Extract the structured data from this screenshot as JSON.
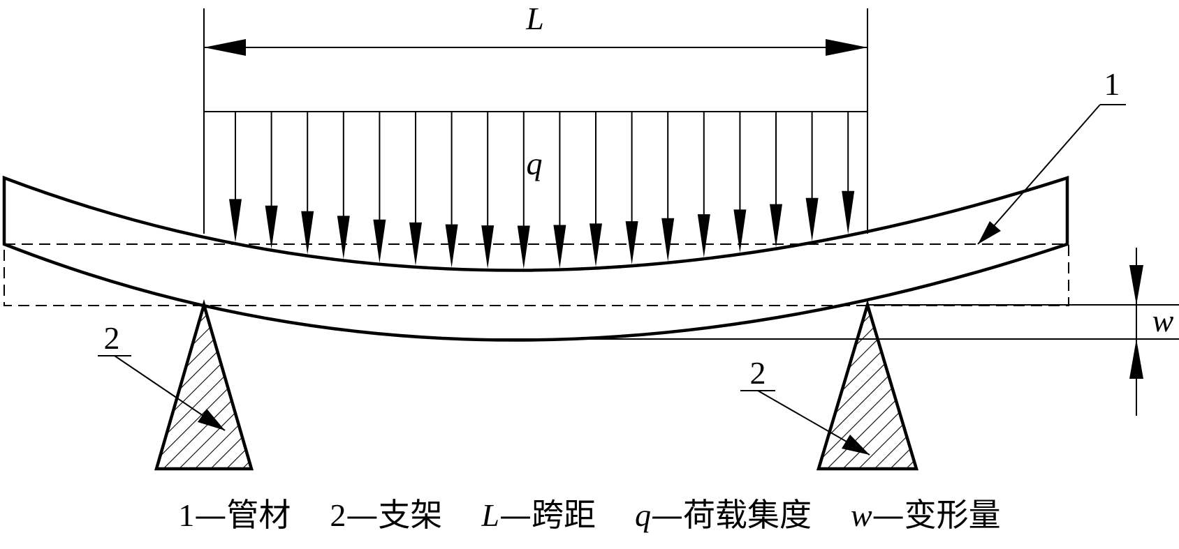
{
  "labels": {
    "span": "L",
    "load": "q",
    "deflection": "w",
    "pipe_callout": "1",
    "support_left_callout": "2",
    "support_right_callout": "2"
  },
  "legend": [
    {
      "symbol": "1",
      "italic": false,
      "dash": "—",
      "text": "管材"
    },
    {
      "symbol": "2",
      "italic": false,
      "dash": "—",
      "text": "支架"
    },
    {
      "symbol": "L",
      "italic": true,
      "dash": "—",
      "text": "跨距"
    },
    {
      "symbol": "q",
      "italic": true,
      "dash": "—",
      "text": "荷载集度"
    },
    {
      "symbol": "w",
      "italic": true,
      "dash": "—",
      "text": "变形量"
    }
  ]
}
